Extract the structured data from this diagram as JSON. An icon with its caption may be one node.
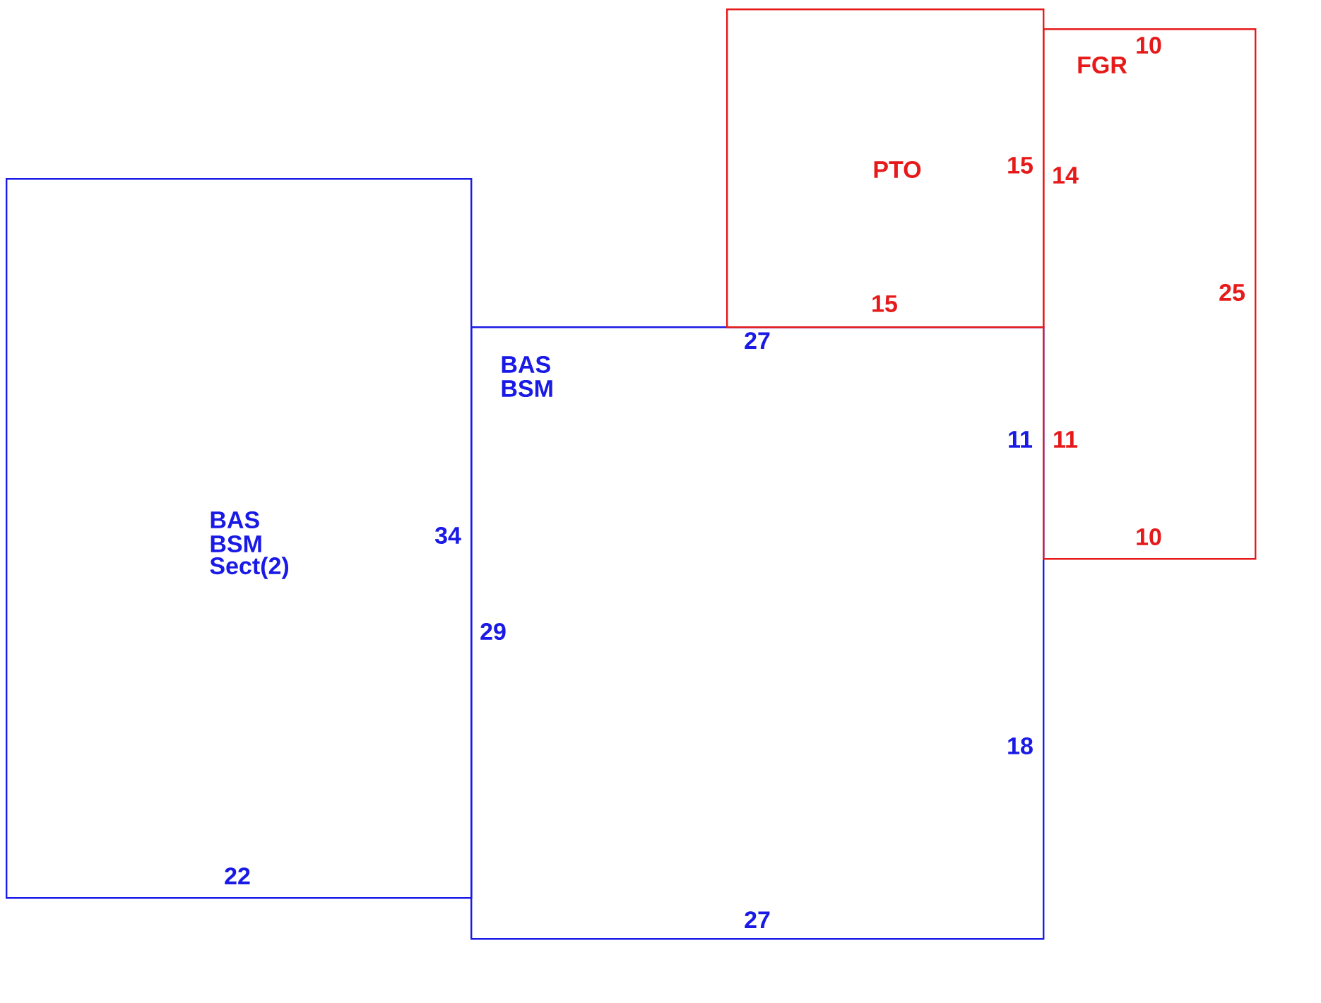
{
  "diagram": {
    "nodes": [
      {
        "text": [
          "BAS",
          "BSM",
          "Sect(2)"
        ]
      },
      {
        "text": [
          "BAS",
          "BSM"
        ]
      },
      {
        "text": [
          "PTO"
        ]
      },
      {
        "text": [
          "FGR"
        ]
      }
    ],
    "labels": [
      "10",
      "15",
      "14",
      "25",
      "15",
      "27",
      "11",
      "11",
      "34",
      "10",
      "29",
      "18",
      "22",
      "27"
    ]
  }
}
